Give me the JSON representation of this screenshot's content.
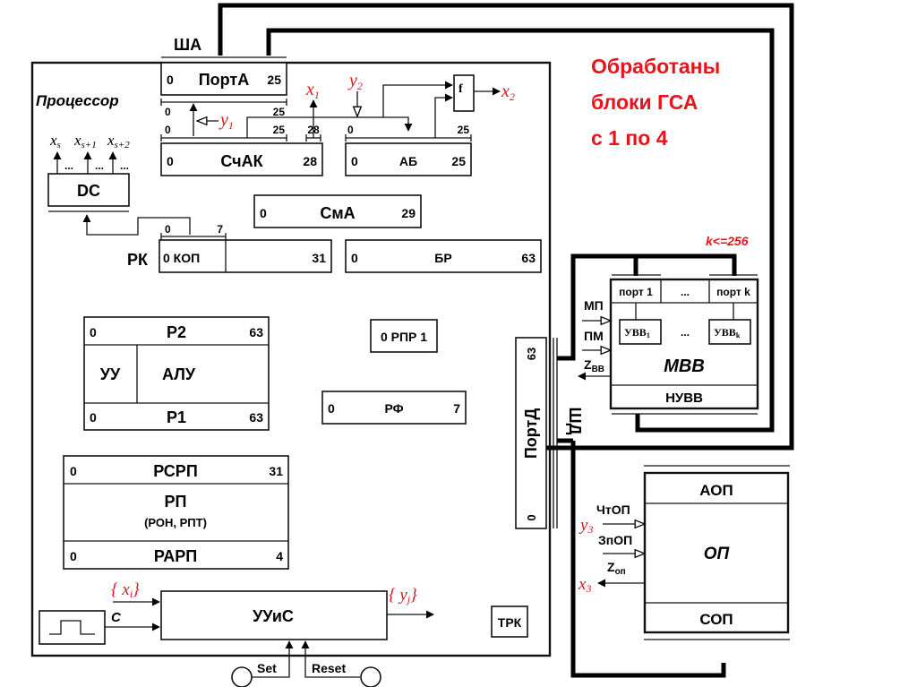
{
  "note": {
    "lines": [
      "Обработаны",
      "блоки ГСА",
      "с 1 по 4"
    ],
    "color": "#e8141c"
  },
  "processor": {
    "title": "Процессор",
    "address_bus_label": "ША",
    "data_bus_label": "ШД"
  },
  "port_a": {
    "name": "ПортА",
    "lo": "0",
    "hi": "25",
    "bus_lo": "0",
    "bus_hi": "25"
  },
  "scak": {
    "name": "СчАК",
    "lo": "0",
    "hi": "28",
    "bus_lo": "0",
    "bus_hi": "25",
    "bit": "28"
  },
  "ab": {
    "name": "АБ",
    "lo": "0",
    "hi": "25",
    "bus_lo": "0",
    "bus_hi": "25"
  },
  "sma": {
    "name": "СмА",
    "lo": "0",
    "hi": "29"
  },
  "rk": {
    "label": "РК",
    "field": "0 КОП",
    "hi": "31",
    "bus_lo": "0",
    "bus_hi": "7"
  },
  "br": {
    "name": "БР",
    "lo": "0",
    "hi": "63"
  },
  "dc": {
    "name": "DC",
    "outputs": [
      "x",
      "x",
      "x"
    ],
    "output_subs": [
      "s",
      "s+1",
      "s+2"
    ],
    "dots": "..."
  },
  "func": {
    "name": "f"
  },
  "signals": {
    "x1": "x",
    "x1_sub": "1",
    "x2": "x",
    "x2_sub": "2",
    "x3": "x",
    "x3_sub": "3",
    "y1": "y",
    "y1_sub": "1",
    "y2": "y",
    "y2_sub": "2",
    "y3": "y",
    "y3_sub": "3",
    "xi": "{ x",
    "xi_sub": "i",
    "xi_close": "}",
    "yj": "{ y",
    "yj_sub": "j",
    "yj_close": "}",
    "c": "C",
    "color": "#e4121b"
  },
  "alu_block": {
    "r2": {
      "name": "Р2",
      "lo": "0",
      "hi": "63"
    },
    "uu": "УУ",
    "alu": "АЛУ",
    "r1": {
      "name": "Р1",
      "lo": "0",
      "hi": "63"
    }
  },
  "rpr": {
    "label": "0 РПР 1"
  },
  "rf": {
    "name": "РФ",
    "lo": "0",
    "hi": "7"
  },
  "rp_block": {
    "rsrp": {
      "name": "РСРП",
      "lo": "0",
      "hi": "31"
    },
    "rp": "РП",
    "rp_sub": "(РОН, РПТ)",
    "rarp": {
      "name": "РАРП",
      "lo": "0",
      "hi": "4"
    }
  },
  "uuis": {
    "name": "УУиС",
    "set": "Set",
    "reset": "Reset"
  },
  "trk": {
    "name": "ТРК"
  },
  "port_d": {
    "name": "ПортД",
    "lo": "0",
    "hi": "63"
  },
  "mvv": {
    "limit": "k<=256",
    "ports": [
      "порт 1",
      "...",
      "порт k"
    ],
    "devices": [
      "УВВ",
      "...",
      "УВВ"
    ],
    "device_subs": [
      "1",
      "",
      "k"
    ],
    "name": "МВВ",
    "controller": "НУВВ",
    "inputs": [
      "МП",
      "ПМ"
    ],
    "output": "Z",
    "output_sub": "ВВ"
  },
  "op": {
    "top": "АОП",
    "name": "ОП",
    "bottom": "СОП",
    "inputs": [
      "ЧтОП",
      "ЗпОП"
    ],
    "output": "Z",
    "output_sub": "оп"
  }
}
